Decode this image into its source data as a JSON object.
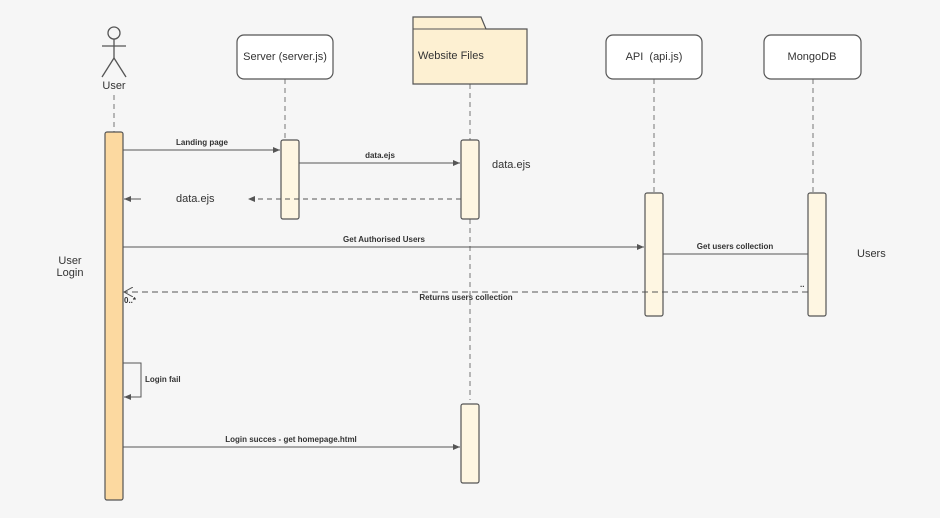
{
  "colors": {
    "background": "#f6f6f6",
    "stroke": "#555555",
    "box_fill": "#ffffff",
    "folder_fill": "#fdf0d2",
    "activation_fill": "#fef6e2",
    "actor_activation_fill": "#fcd9a0",
    "text": "#333333"
  },
  "actor": {
    "label": "User",
    "icon": "stick-figure-icon"
  },
  "participants": {
    "server": "Server (server.js)",
    "website_files": "Website Files",
    "api": "API  (api.js)",
    "mongodb": "MongoDB"
  },
  "messages": {
    "landing_page": "Landing page",
    "data_ejs_forward": "data.ejs",
    "data_ejs_return": "data.ejs",
    "get_authorised_users": "Get Authorised Users",
    "get_users_collection": "Get users collection",
    "returns_users_collection": "Returns users collection",
    "login_fail": "Login fail",
    "login_success": "Login succes - get homepage.html"
  },
  "notes": {
    "user_login_line1": "User",
    "user_login_line2": "Login",
    "data_ejs_note": "data.ejs",
    "users_note": "Users",
    "multiplicity": "0..*",
    "dots": ".."
  }
}
